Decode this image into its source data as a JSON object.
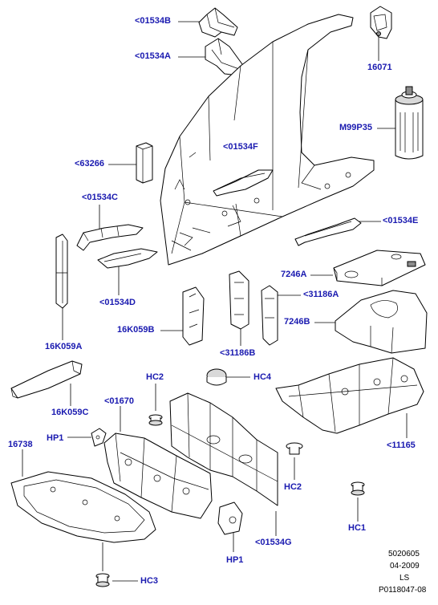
{
  "colors": {
    "callout": "#1a1ab0",
    "line": "#000000",
    "part_fill": "#ffffff",
    "shade": "#d9d9d9"
  },
  "callouts": {
    "c01534B": "<01534B",
    "c01534A": "<01534A",
    "c16071": "16071",
    "cM99P35": "M99P35",
    "c63266": "<63266",
    "c01534F": "<01534F",
    "c01534C": "<01534C",
    "c01534E": "<01534E",
    "c7246A": "7246A",
    "c01534D": "<01534D",
    "c31186A": "<31186A",
    "c16K059B": "16K059B",
    "c7246B": "7246B",
    "c16K059A": "16K059A",
    "c31186B": "<31186B",
    "cHC2a": "HC2",
    "cHC4": "HC4",
    "c01670": "<01670",
    "c16K059C": "16K059C",
    "c16738": "16738",
    "cHP1a": "HP1",
    "c11165": "<11165",
    "cHC2b": "HC2",
    "cHC1": "HC1",
    "c01534G": "<01534G",
    "cHP1b": "HP1",
    "cHC3": "HC3"
  },
  "footer": {
    "line1": "5020605",
    "line2": "04-2009",
    "line3": "LS",
    "line4": "P0118047-08"
  }
}
